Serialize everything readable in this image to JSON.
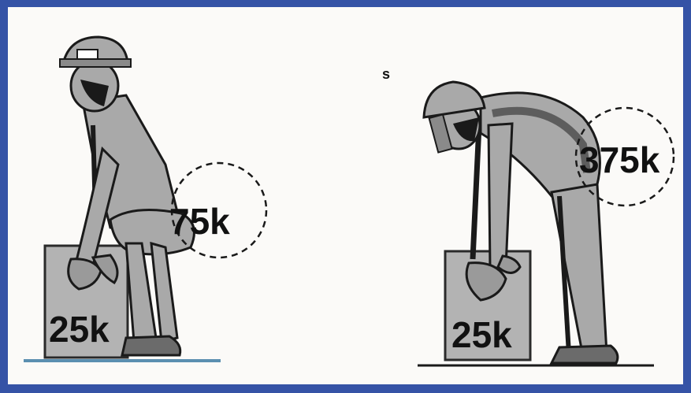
{
  "figure": {
    "left": {
      "box_weight": "25k",
      "spine_load": "75k"
    },
    "right": {
      "marker": "s",
      "box_weight": "25k",
      "spine_load": "375k"
    }
  },
  "colors": {
    "frame": "#3553a6",
    "background": "#fbfaf8",
    "body_gray": "#a9a9a9",
    "dark": "#1a1a1a",
    "floor_blue": "#5b8fb0"
  }
}
